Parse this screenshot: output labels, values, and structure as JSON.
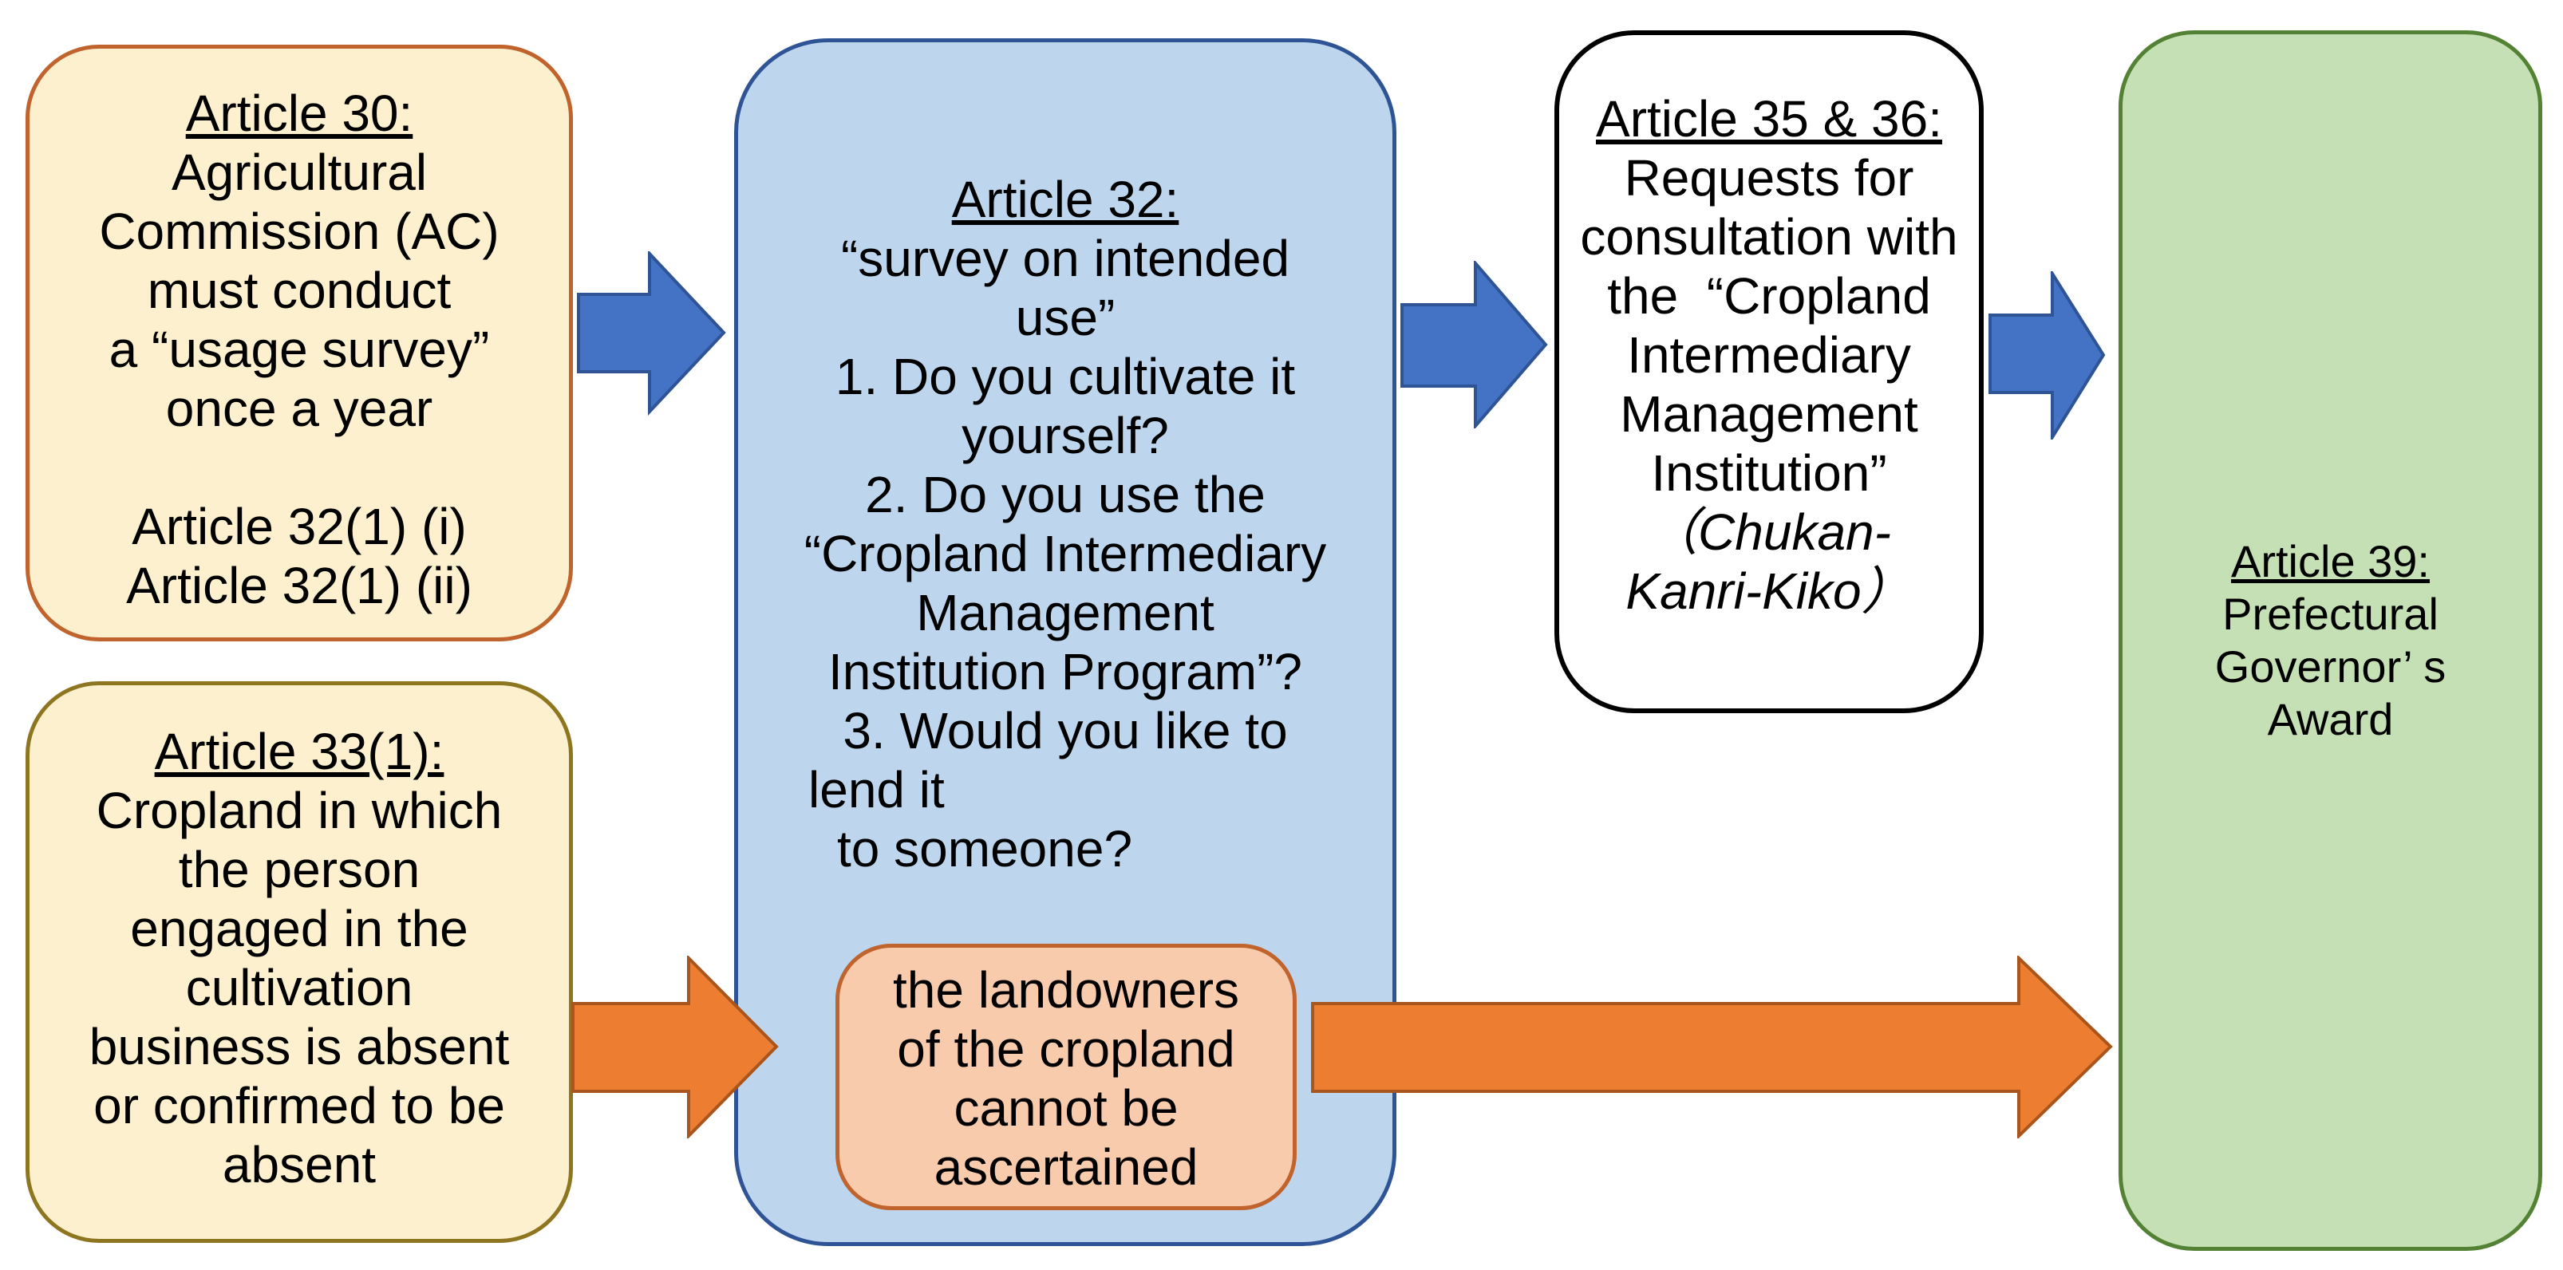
{
  "colors": {
    "arrow_blue_fill": "#4472C4",
    "arrow_blue_stroke": "#2E5496",
    "arrow_orange_fill": "#ED7D31",
    "arrow_orange_stroke": "#A9551E",
    "box_cream_fill": "#FCF0CE",
    "box_article30_border": "#C0632C",
    "box_article33_border": "#8E7620",
    "box_blue_fill": "#BDD6EE",
    "box_blue_border": "#2E5496",
    "box_peach_fill": "#F8CBAD",
    "box_peach_border": "#C0632C",
    "box_white_fill": "#FFFFFF",
    "box_white_border": "#000000",
    "box_green_fill": "#C5E0B4",
    "box_green_border": "#548235",
    "text_color": "#000000"
  },
  "boxes": {
    "article30": {
      "title": "Article 30:",
      "lines": [
        "Agricultural",
        "Commission (AC)",
        "must conduct",
        "a “usage survey”",
        "once a year",
        "",
        "Article 32(1) (i)",
        "Article 32(1) (ii)"
      ]
    },
    "article33": {
      "title": "Article 33(1):",
      "lines": [
        "Cropland in which",
        "the person",
        "engaged in the",
        "cultivation",
        "business is absent",
        "or confirmed to be",
        "absent"
      ]
    },
    "article32": {
      "title": "Article 32:",
      "lines": [
        "“survey on intended",
        "use”",
        "1. Do you cultivate it",
        "yourself?",
        "2. Do you use the",
        "“Cropland Intermediary",
        "Management",
        "Institution Program”?",
        "3. Would you like to",
        "lend it",
        "to someone?"
      ]
    },
    "landowners": {
      "lines": [
        "the landowners",
        "of the cropland",
        "cannot be",
        "ascertained"
      ]
    },
    "article3536": {
      "title": "Article 35 & 36:",
      "lines": [
        "Requests for",
        "consultation with",
        "the  “Cropland",
        "Intermediary",
        "Management",
        "Institution”",
        "（Chukan-",
        "Kanri-Kiko）"
      ]
    },
    "article39": {
      "title": "Article 39:",
      "lines": [
        "Prefectural",
        "Governor’ s",
        "Award"
      ]
    }
  }
}
